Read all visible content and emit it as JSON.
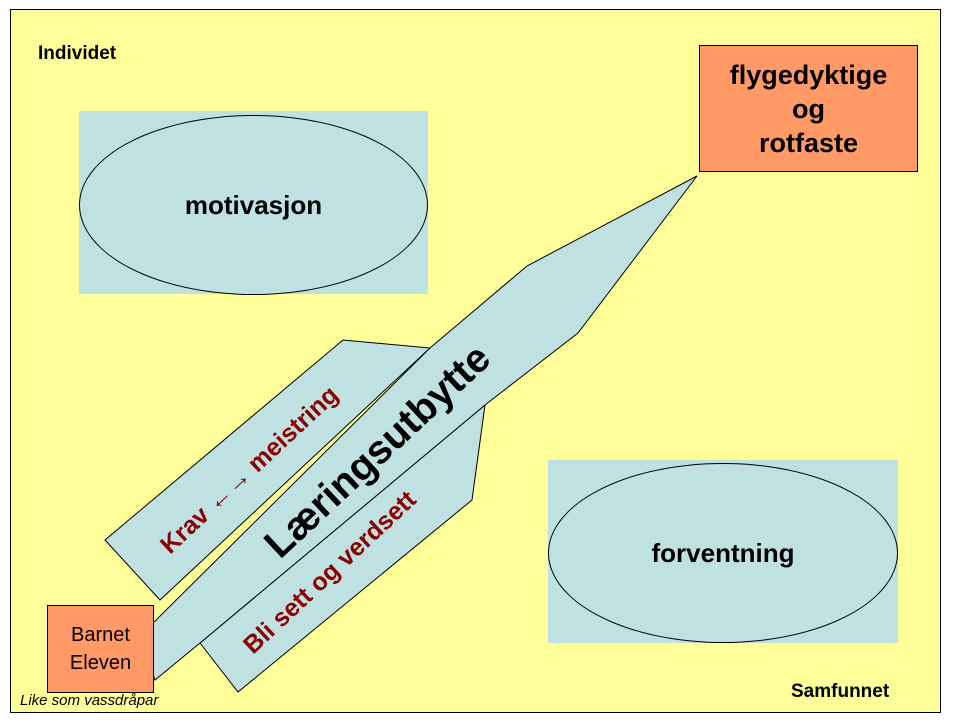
{
  "labels": {
    "individ": "Individet",
    "samfunn": "Samfunnet"
  },
  "motivasjon": "motivasjon",
  "forventning": "forventning",
  "goal": {
    "line1": "flygedyktige",
    "line2": "og",
    "line3": "rotfaste"
  },
  "child": {
    "line1": "Barnet",
    "line2": "Eleven"
  },
  "note": "Like som vassdråpar",
  "arrow": {
    "main": "Læringsutbytte",
    "upper_fin": "Krav ←→ meistring",
    "lower_fin": "Bli sett og verdsett"
  },
  "colors": {
    "background": "#ffff99",
    "blue": "#bfe1e1",
    "orange": "#ff9966",
    "fin_text": "#8b0000"
  }
}
